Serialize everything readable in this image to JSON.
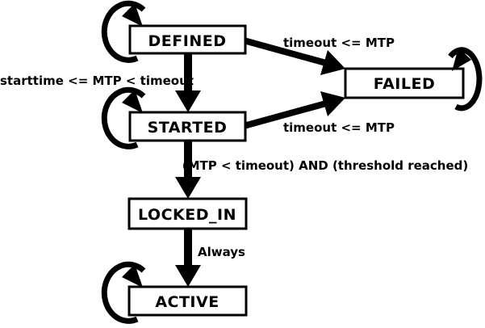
{
  "diagram": {
    "type": "state-machine",
    "background_color": "#ffffff",
    "line_color": "#000000",
    "box_fill_color": "#ffffff",
    "states": {
      "defined": "DEFINED",
      "failed": "FAILED",
      "started": "STARTED",
      "locked_in": "LOCKED_IN",
      "active": "ACTIVE"
    },
    "transitions": {
      "defined_to_failed": "timeout <= MTP",
      "defined_to_started": "starttime <= MTP < timeout",
      "started_to_failed": "timeout <= MTP",
      "started_to_locked_in": "(MTP < timeout) AND (threshold reached)",
      "locked_in_to_active": "Always"
    },
    "self_loop_states": [
      "DEFINED",
      "STARTED",
      "FAILED",
      "ACTIVE"
    ]
  }
}
